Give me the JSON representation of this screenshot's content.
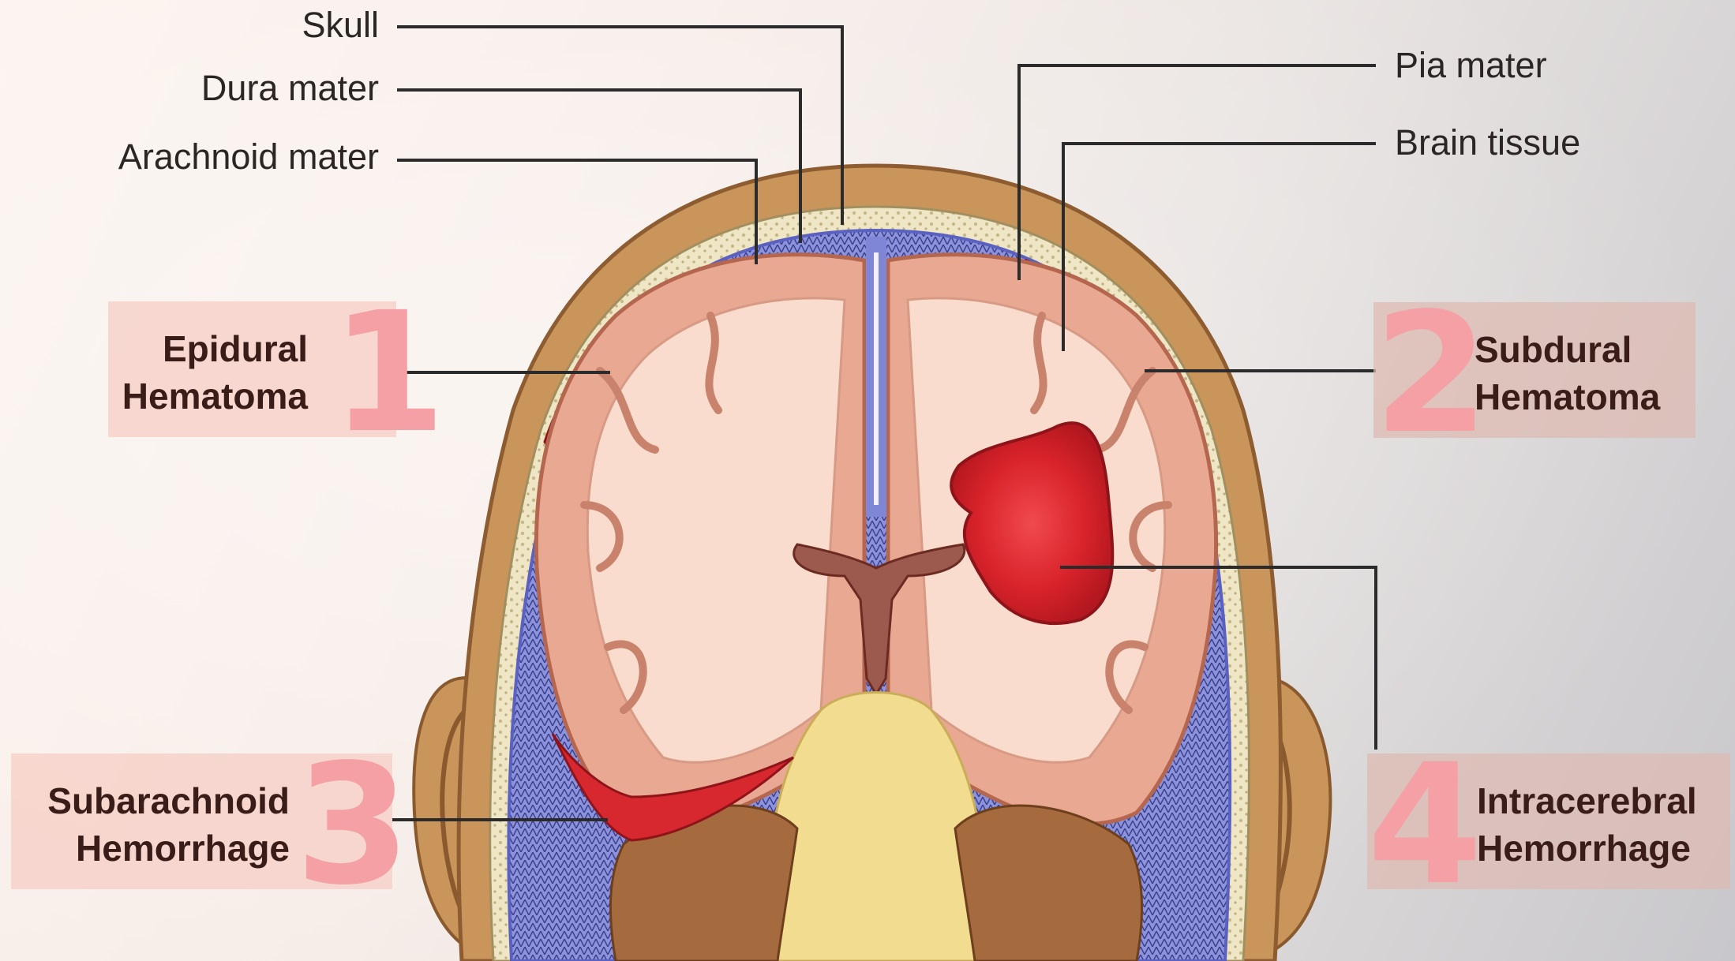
{
  "labels": {
    "skull": "Skull",
    "dura_mater": "Dura mater",
    "arachnoid_mater": "Arachnoid mater",
    "pia_mater": "Pia mater",
    "brain_tissue": "Brain tissue"
  },
  "callouts": [
    {
      "number": "1",
      "line1": "Epidural",
      "line2": "Hematoma"
    },
    {
      "number": "2",
      "line1": "Subdural",
      "line2": "Hematoma"
    },
    {
      "number": "3",
      "line1": "Subarachnoid",
      "line2": "Hemorrhage"
    },
    {
      "number": "4",
      "line1": "Intracerebral",
      "line2": "Hemorrhage"
    }
  ],
  "colors": {
    "scalp": "#c9955a",
    "skull_bone": "#efe6c6",
    "dura": "#7f86d6",
    "brain_cortex": "#e7a58f",
    "white_matter": "#f8d7c8",
    "blood": "#d8262e",
    "callout_number": "#f4a0a4",
    "leader_line": "#2b2b2b"
  }
}
